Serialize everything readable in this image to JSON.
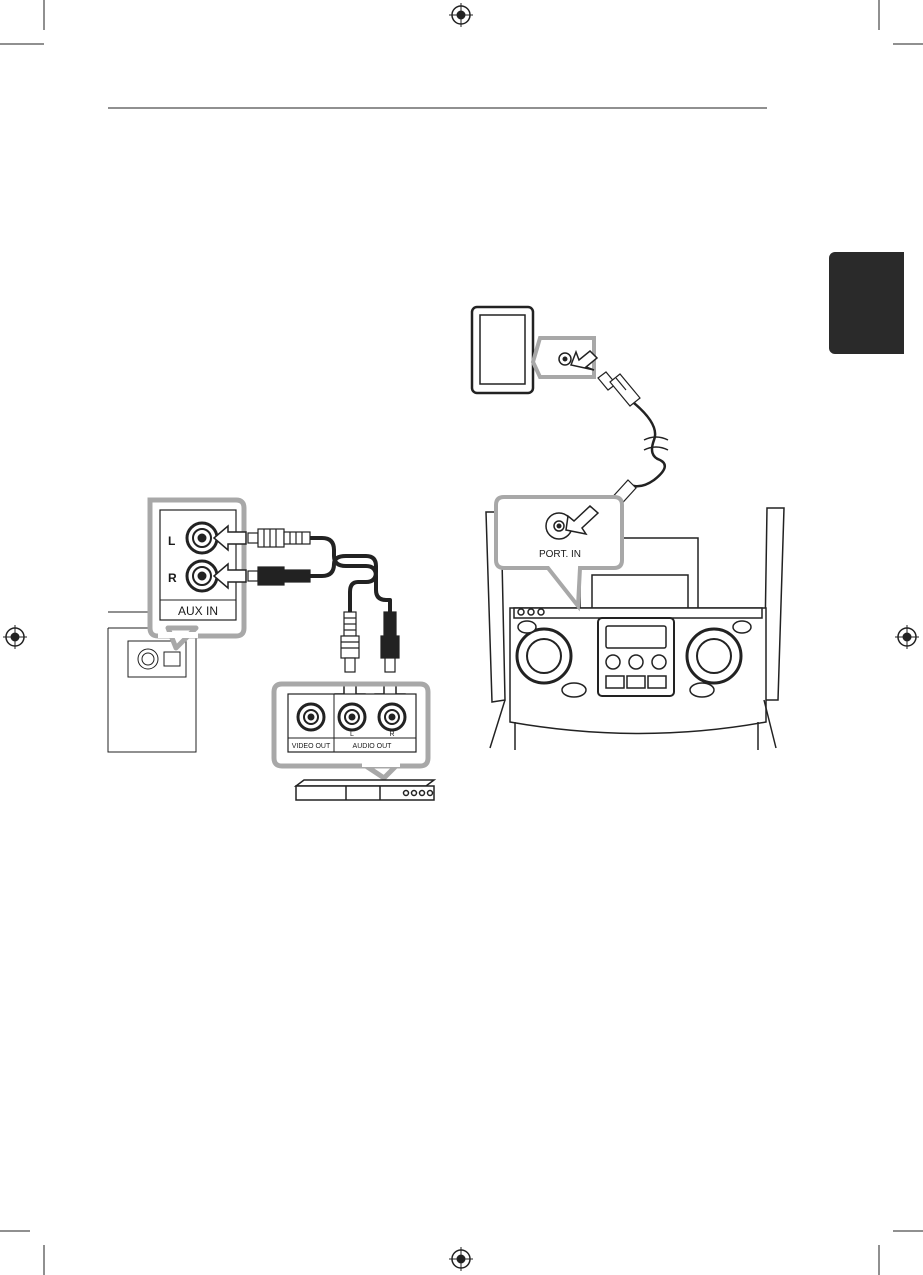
{
  "aux_diagram": {
    "jack_left_label": "L",
    "jack_right_label": "R",
    "panel_label": "AUX IN",
    "source_video_label": "VIDEO OUT",
    "source_audio_label": "AUDIO OUT",
    "source_left_label": "L",
    "source_right_label": "R"
  },
  "port_diagram": {
    "panel_label": "PORT. IN"
  },
  "colors": {
    "ink": "#1a1a1a",
    "callout_border": "#a8a8a8",
    "side_tab": "#2a2a2a"
  }
}
